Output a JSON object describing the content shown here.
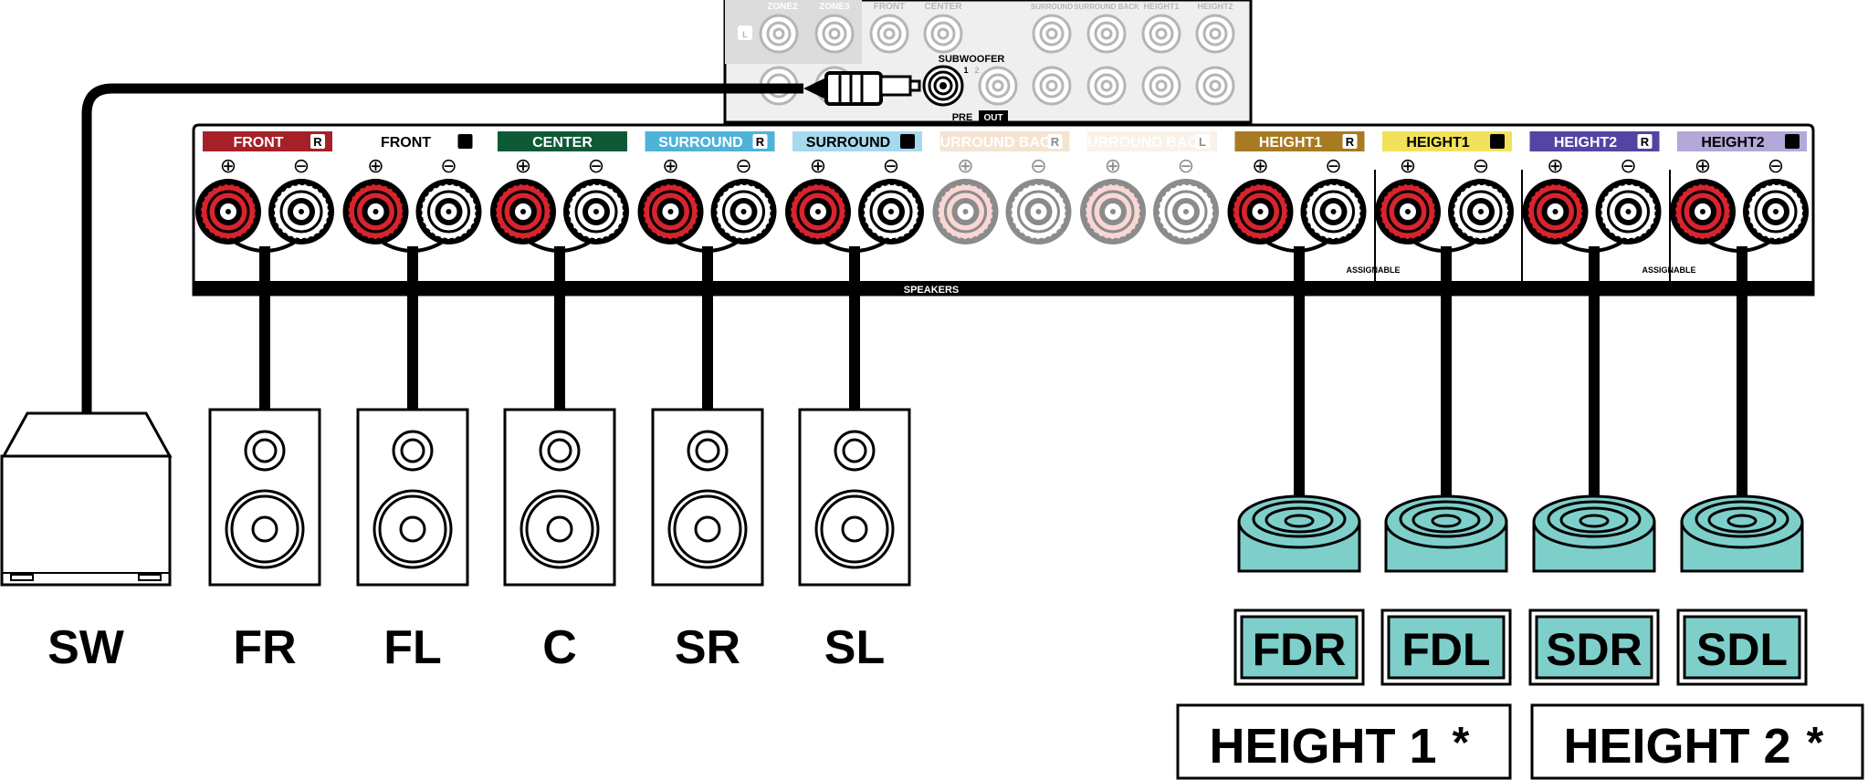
{
  "preout": {
    "column_labels": [
      "ZONE2",
      "ZONE3",
      "FRONT",
      "CENTER",
      "SURROUND",
      "SURROUND BACK",
      "HEIGHT1",
      "HEIGHT2"
    ],
    "subwoofer_label": "SUBWOOFER",
    "subwoofer_nums": [
      "1",
      "2"
    ],
    "pre_label": "PRE",
    "out_label": "OUT",
    "l_badge": "L"
  },
  "terminals": [
    {
      "label": "FRONT",
      "side": "R",
      "color": "#a5212a",
      "text_color": "#ffffff",
      "active": true
    },
    {
      "label": "FRONT",
      "side": "L",
      "color": "#ffffff",
      "text_color": "#000000",
      "active": true
    },
    {
      "label": "CENTER",
      "side": "",
      "color": "#0f5a36",
      "text_color": "#ffffff",
      "active": true
    },
    {
      "label": "SURROUND",
      "side": "R",
      "color": "#4fb3d8",
      "text_color": "#ffffff",
      "active": true
    },
    {
      "label": "SURROUND",
      "side": "L",
      "color": "#a6d9ee",
      "text_color": "#000000",
      "active": true
    },
    {
      "label": "SURROUND BACK",
      "side": "R",
      "color": "#e7c59a",
      "text_color": "#ffffff",
      "active": false
    },
    {
      "label": "SURROUND BACK",
      "side": "L",
      "color": "#f4e4cf",
      "text_color": "#ffffff",
      "active": false
    },
    {
      "label": "HEIGHT1",
      "side": "R",
      "color": "#a87a22",
      "text_color": "#ffffff",
      "active": true
    },
    {
      "label": "HEIGHT1",
      "side": "L",
      "color": "#f2e25b",
      "text_color": "#000000",
      "active": true
    },
    {
      "label": "HEIGHT2",
      "side": "R",
      "color": "#5245a3",
      "text_color": "#ffffff",
      "active": true
    },
    {
      "label": "HEIGHT2",
      "side": "L",
      "color": "#b3a8d8",
      "text_color": "#000000",
      "active": true
    }
  ],
  "polarity": {
    "plus": "⊕",
    "minus": "⊖"
  },
  "bar_labels": {
    "speakers": "SPEAKERS",
    "assignable": "ASSIGNABLE"
  },
  "speakers": {
    "subwoofer": "SW",
    "floor": [
      "FR",
      "FL",
      "C",
      "SR",
      "SL"
    ],
    "height": [
      "FDR",
      "FDL",
      "SDR",
      "SDL"
    ],
    "height_groups": [
      "HEIGHT 1",
      "HEIGHT 2"
    ],
    "asterisk": "*"
  },
  "colors": {
    "terminal_red": "#d9232d",
    "height_speaker": "#7ecfca",
    "ghost_red": "#f4a7a1",
    "panel_gray": "#efefef"
  }
}
